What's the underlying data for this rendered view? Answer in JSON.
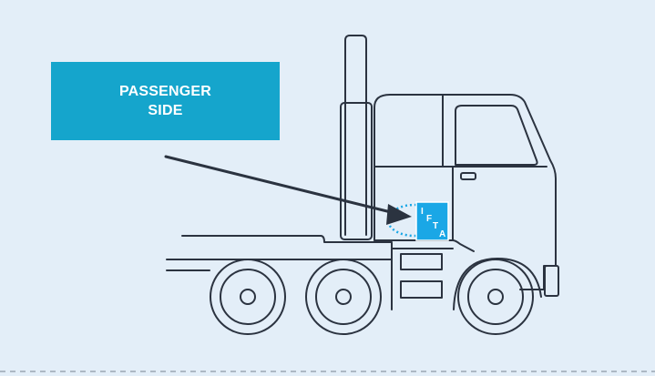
{
  "callout": {
    "line1": "PASSENGER",
    "line2": "SIDE"
  },
  "decal": {
    "letters": [
      "I",
      "F",
      "T",
      "A"
    ]
  },
  "colors": {
    "background": "#e3eef8",
    "accent": "#15a5cc",
    "decal": "#1aa7e6",
    "outline": "#2b3340",
    "arrow": "#2b3340"
  }
}
